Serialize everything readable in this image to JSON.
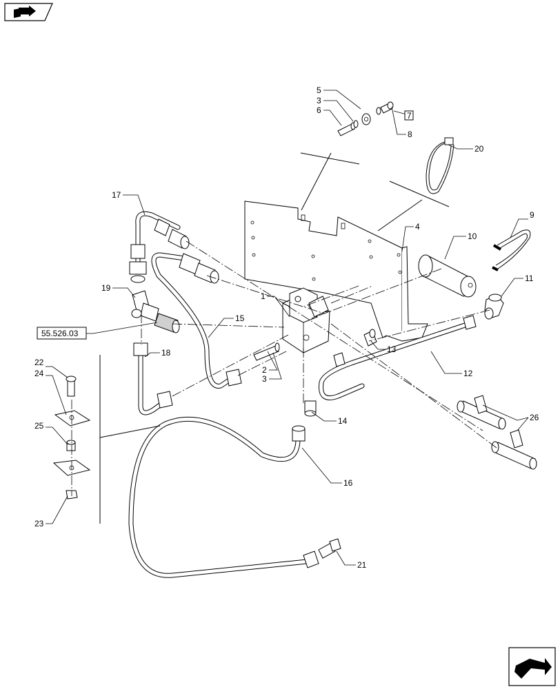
{
  "callouts": {
    "c1": "1",
    "c2": "2",
    "c3a": "3",
    "c3b": "3",
    "c4": "4",
    "c5": "5",
    "c6": "6",
    "c7": "7",
    "c8": "8",
    "c9": "9",
    "c10": "10",
    "c11": "11",
    "c12": "12",
    "c13": "13",
    "c14": "14",
    "c15": "15",
    "c16": "16",
    "c17": "17",
    "c18": "18",
    "c19": "19",
    "c20": "20",
    "c21": "21",
    "c22": "22",
    "c23": "23",
    "c24": "24",
    "c25": "25",
    "c26": "26"
  },
  "reference": {
    "ref_55": "55.526.03"
  },
  "icons": {
    "top_left": "book-arrow-icon",
    "bottom_right": "next-page-arrow-icon"
  }
}
